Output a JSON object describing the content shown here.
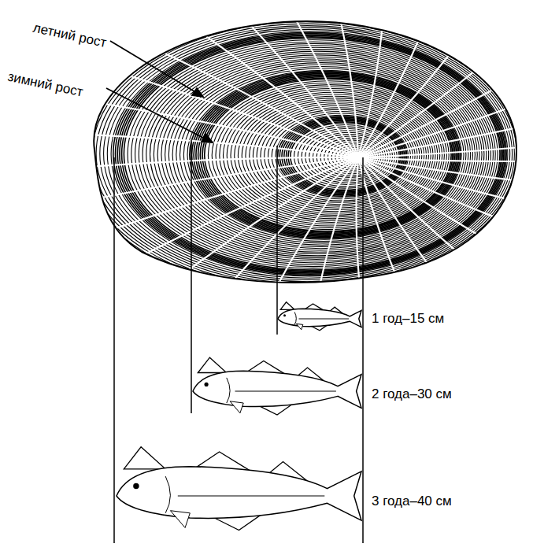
{
  "diagram": {
    "labels": [
      "летний рост",
      "зимний рост",
      "1 год–15 см",
      "2 года–30 см",
      "3 года–40 см"
    ]
  }
}
